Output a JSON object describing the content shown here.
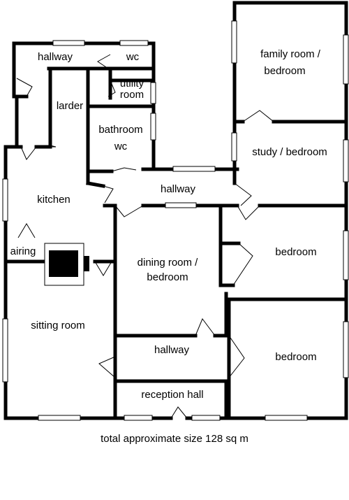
{
  "rooms": {
    "hallway_top": "hallway",
    "wc_top": "wc",
    "utility_line1": "utility",
    "utility_line2": "room",
    "larder": "larder",
    "bathroom_line1": "bathroom",
    "bathroom_line2": "wc",
    "family_line1": "family room /",
    "family_line2": "bedroom",
    "study": "study / bedroom",
    "kitchen": "kitchen",
    "hallway_mid": "hallway",
    "airing": "airing",
    "dining_line1": "dining room /",
    "dining_line2": "bedroom",
    "bedroom_1": "bedroom",
    "sitting": "sitting room",
    "hallway_low": "hallway",
    "bedroom_2": "bedroom",
    "reception": "reception hall"
  },
  "caption": "total approximate size 128 sq m"
}
